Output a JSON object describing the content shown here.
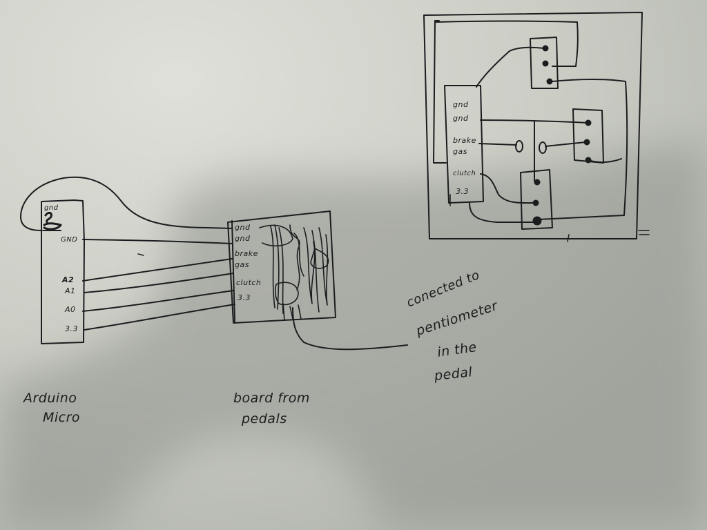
{
  "arduino": {
    "pins": {
      "gnd": "gnd",
      "gnd_upper": "GND",
      "a2": "A2",
      "a1": "A1",
      "a0": "A0",
      "v33": "3.3"
    },
    "caption": {
      "line1": "Arduino",
      "line2": "Micro"
    }
  },
  "board": {
    "pins": [
      "gnd",
      "gnd",
      "brake",
      "gas",
      "clutch",
      "3.3"
    ],
    "caption": {
      "line1": "board from",
      "line2": "pedals"
    }
  },
  "note": {
    "line1": "conected to",
    "line2": "pentiometer",
    "line3": "in the",
    "line4": "pedal"
  },
  "detail": {
    "pins": [
      "gnd",
      "gnd",
      "brake",
      "gas",
      "clutch",
      "3.3"
    ]
  },
  "colors": {
    "paper": "#c9cbc3",
    "ink": "#1b1c1e",
    "shadow": "#8f938c"
  }
}
